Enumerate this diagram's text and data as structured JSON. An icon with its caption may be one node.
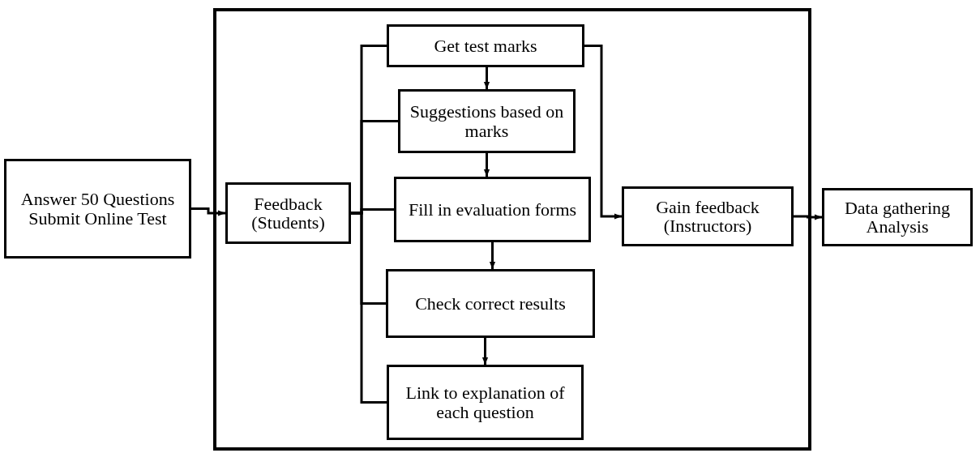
{
  "diagram": {
    "nodes": [
      {
        "text": [
          "Answer 50 Questions Submit Online Test"
        ]
      },
      {
        "text": [],
        "shape": "box"
      },
      {
        "text": [
          "Feedback (Students)"
        ],
        "in": 1
      },
      {
        "text": [
          "Get test marks"
        ],
        "in": 1
      },
      {
        "text": [
          "Suggestions based on marks"
        ],
        "in": 1
      },
      {
        "text": [
          "Fill in evaluation forms"
        ],
        "in": 1
      },
      {
        "text": [
          "Check correct results"
        ],
        "in": 1
      },
      {
        "text": [
          "Link to explanation of each question"
        ],
        "in": 1
      },
      {
        "text": [
          "Gain feedback (Instructors)"
        ],
        "in": 1
      },
      {
        "text": [
          "Data gathering Analysis"
        ]
      }
    ],
    "edges": [
      {
        "from": 0,
        "to": 2,
        "arrow": "to"
      },
      {
        "from": 2,
        "to": 3,
        "arrow": "none"
      },
      {
        "from": 2,
        "to": 4,
        "arrow": "none"
      },
      {
        "from": 2,
        "to": 5,
        "arrow": "none"
      },
      {
        "from": 2,
        "to": 6,
        "arrow": "none"
      },
      {
        "from": 2,
        "to": 7,
        "arrow": "none"
      },
      {
        "from": 3,
        "to": 4,
        "arrow": "to"
      },
      {
        "from": 4,
        "to": 5,
        "arrow": "to"
      },
      {
        "from": 5,
        "to": 6,
        "arrow": "to"
      },
      {
        "from": 6,
        "to": 7,
        "arrow": "to"
      },
      {
        "from": 3,
        "to": 8,
        "arrow": "to"
      },
      {
        "from": 8,
        "to": 9,
        "arrow": "to"
      }
    ]
  }
}
